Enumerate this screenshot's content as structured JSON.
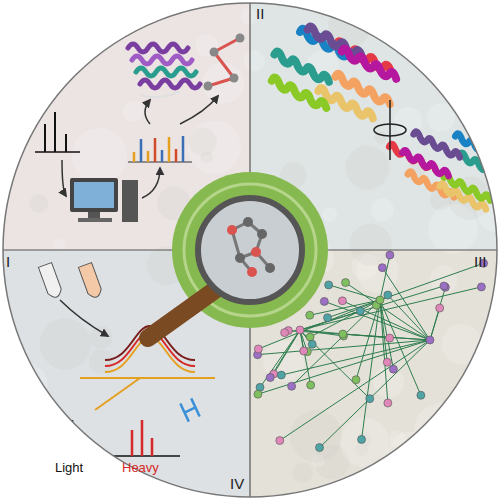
{
  "diagram": {
    "labels": [
      "I",
      "II",
      "III",
      "IV",
      "Light",
      "Heavy"
    ]
  }
}
